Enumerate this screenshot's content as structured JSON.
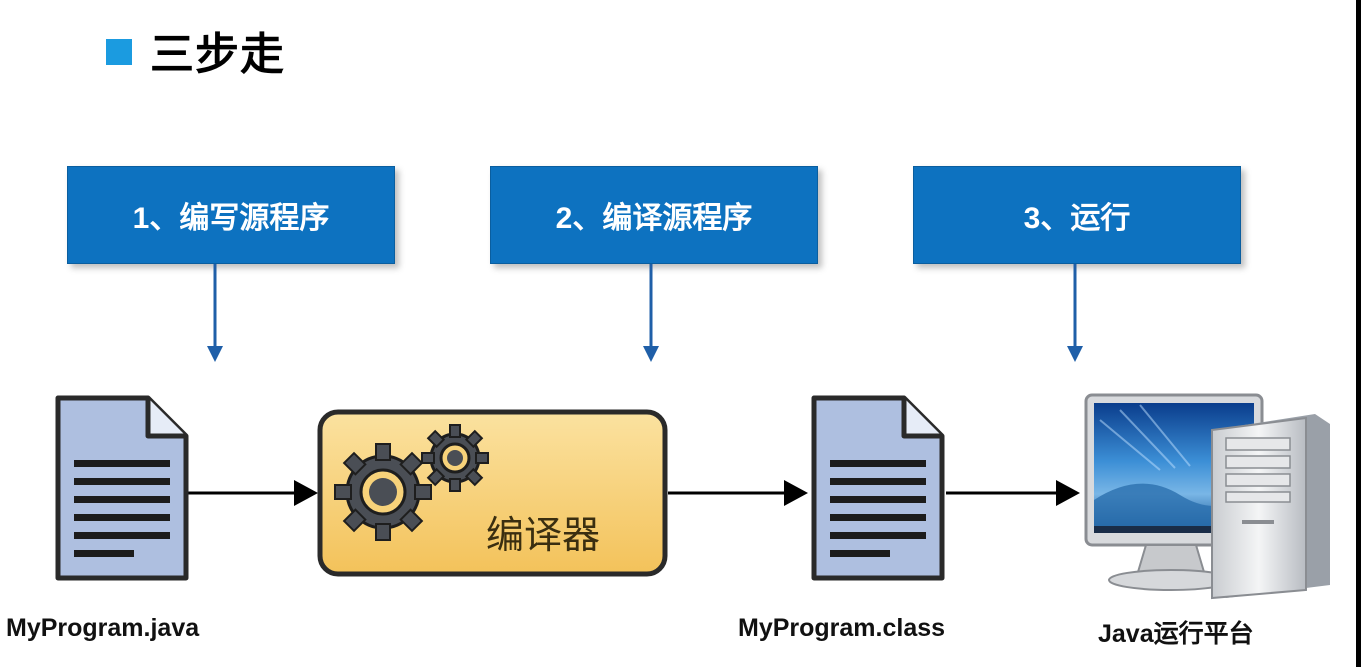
{
  "title": "三步走",
  "steps": [
    {
      "label": "1、编写源程序"
    },
    {
      "label": "2、编译源程序"
    },
    {
      "label": "3、运行"
    }
  ],
  "nodes": [
    {
      "label": "MyProgram.java",
      "icon": "document-icon"
    },
    {
      "label": "编译器",
      "icon": "gears-icon"
    },
    {
      "label": "MyProgram.class",
      "icon": "document-icon"
    },
    {
      "label": "Java运行平台",
      "icon": "computer-icon"
    }
  ],
  "colors": {
    "accent": "#1b9be0",
    "step_box": "#0d72c0",
    "arrow": "#1f5fa8",
    "compiler_fill": "#f7cf6f",
    "document_fill": "#aebfe0"
  }
}
